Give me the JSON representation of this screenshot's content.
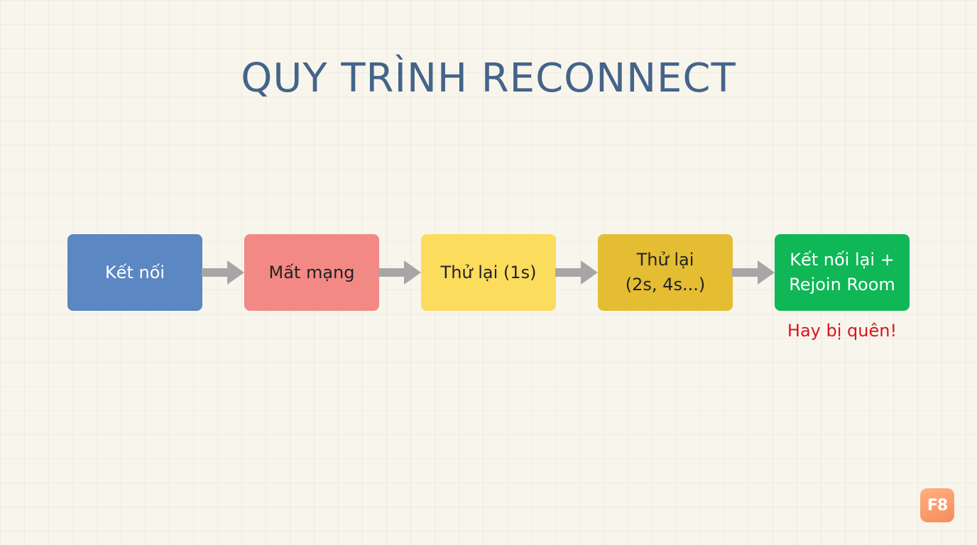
{
  "title": "QUY TRÌNH RECONNECT",
  "nodes": [
    {
      "label": "Kết nối",
      "fill": "#5b87c2",
      "text_color": "#ffffff"
    },
    {
      "label": "Mất mạng",
      "fill": "#f28985",
      "text_color": "#222222"
    },
    {
      "label": "Thử lại (1s)",
      "fill": "#fcdc5d",
      "text_color": "#222222"
    },
    {
      "label": "Thử lại\n(2s, 4s...)",
      "fill": "#e4bd33",
      "text_color": "#222222"
    },
    {
      "label": "Kết nối lại +\nRejoin Room",
      "fill": "#0fb757",
      "text_color": "#ffffff"
    }
  ],
  "arrow_color": "#a6a6a6",
  "note": {
    "text": "Hay bị quên!",
    "color": "#d8141c"
  },
  "logo": {
    "text": "F8"
  }
}
